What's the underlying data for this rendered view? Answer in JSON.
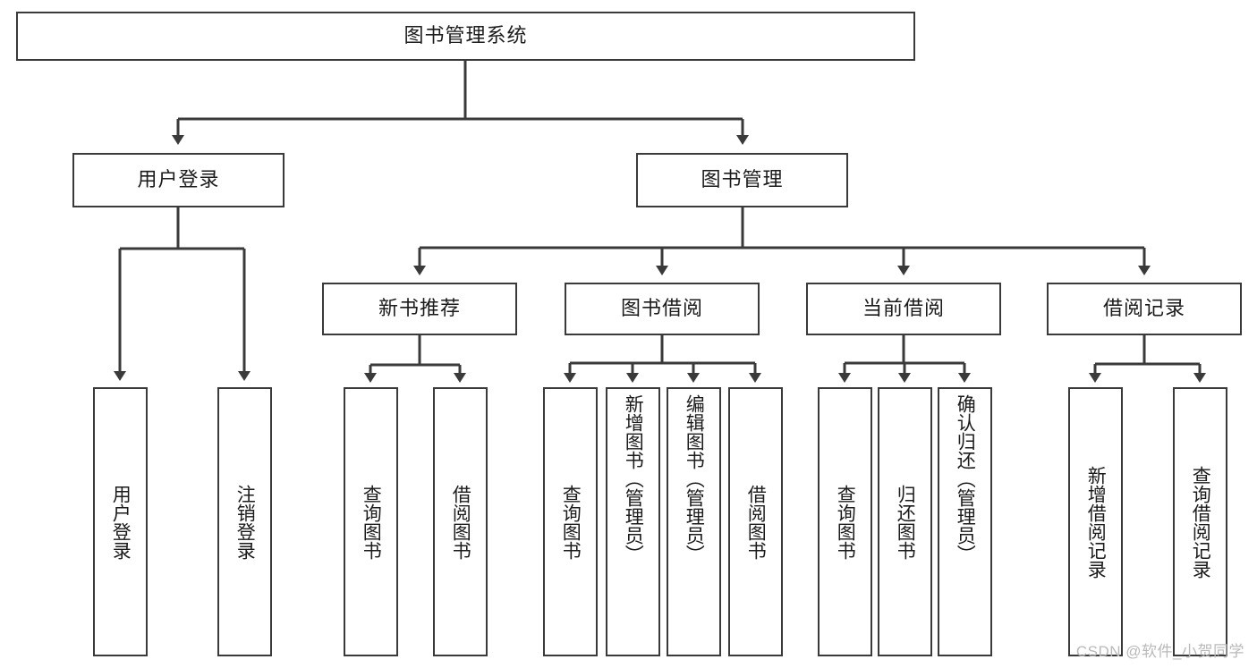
{
  "diagram": {
    "type": "tree-hierarchy-chart",
    "title_node": {
      "label": "图书管理系统"
    },
    "level2": [
      {
        "label": "用户登录"
      },
      {
        "label": "图书管理"
      }
    ],
    "level3": [
      {
        "label": "新书推荐"
      },
      {
        "label": "图书借阅"
      },
      {
        "label": "当前借阅"
      },
      {
        "label": "借阅记录"
      }
    ],
    "leaves": {
      "user_login": [
        {
          "label": "用户登录"
        },
        {
          "label": "注销登录"
        }
      ],
      "new_book_recommend": [
        {
          "label": "查询图书"
        },
        {
          "label": "借阅图书"
        }
      ],
      "book_borrow": [
        {
          "label": "查询图书"
        },
        {
          "label": "新增图书（管理员）"
        },
        {
          "label": "编辑图书（管理员）"
        },
        {
          "label": "借阅图书"
        }
      ],
      "current_borrow": [
        {
          "label": "查询图书"
        },
        {
          "label": "归还图书"
        },
        {
          "label": "确认归还（管理员）"
        }
      ],
      "borrow_record": [
        {
          "label": "新增借阅记录"
        },
        {
          "label": "查询借阅记录"
        }
      ]
    },
    "watermark": "CSDN @软件_小贺同学",
    "colors": {
      "border": "#3a3a3a",
      "text": "#1b1b1b",
      "background": "#ffffff",
      "watermark": "#b9b9b9"
    }
  }
}
